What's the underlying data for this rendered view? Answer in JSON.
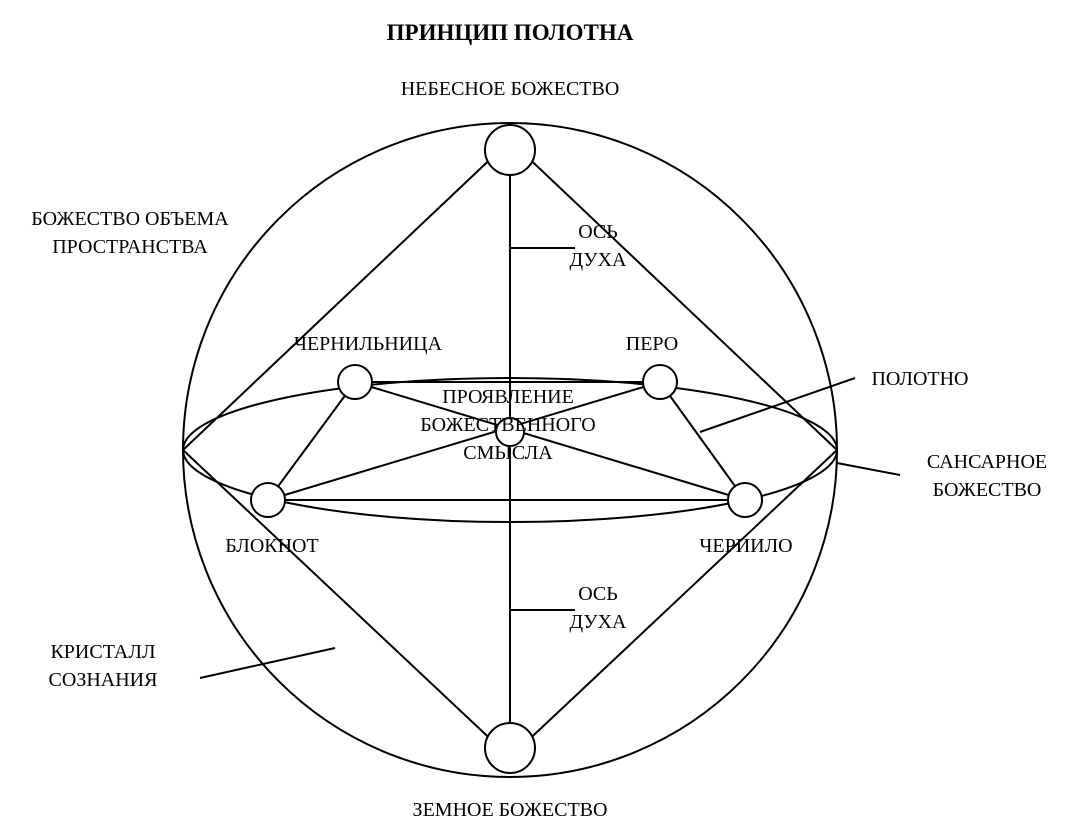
{
  "title": "ПРИНЦИП ПОЛОТНА",
  "labels": {
    "heavenly_deity": "НЕБЕСНОЕ БОЖЕСТВО",
    "earthly_deity": "ЗЕМНОЕ БОЖЕСТВО",
    "space_volume_deity_line1": "БОЖЕСТВО ОБЪЕМА",
    "space_volume_deity_line2": "ПРОСТРАНСТВА",
    "spirit_axis_top_line1": "ОСЬ",
    "spirit_axis_top_line2": "ДУХА",
    "spirit_axis_bottom_line1": "ОСЬ",
    "spirit_axis_bottom_line2": "ДУХА",
    "inkwell": "ЧЕРНИЛЬНИЦА",
    "pen": "ПЕРО",
    "canvas": "ПОЛОТНО",
    "manifestation_line1": "ПРОЯВЛЕНИЕ",
    "manifestation_line2": "БОЖЕСТВЕННОГО",
    "manifestation_line3": "СМЫСЛА",
    "samsaric_deity_line1": "САНСАРНОЕ",
    "samsaric_deity_line2": "БОЖЕСТВО",
    "notebook": "БЛОКНОТ",
    "ink": "ЧЕРИИЛО",
    "crystal_line1": "КРИСТАЛЛ",
    "crystal_line2": "СОЗНАНИЯ"
  }
}
